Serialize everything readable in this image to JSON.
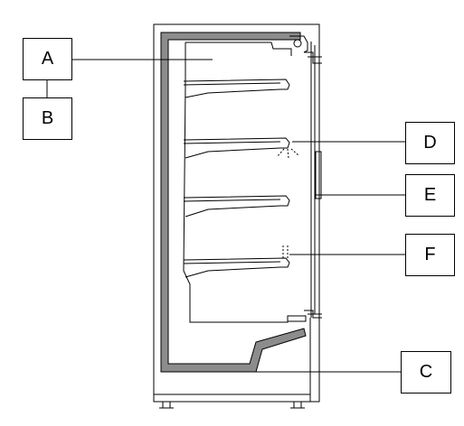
{
  "labels": {
    "a": "A",
    "b": "B",
    "c": "C",
    "d": "D",
    "e": "E",
    "f": "F"
  },
  "colors": {
    "insulation": "#8c8c8c",
    "line": "#000000",
    "background": "#ffffff"
  }
}
